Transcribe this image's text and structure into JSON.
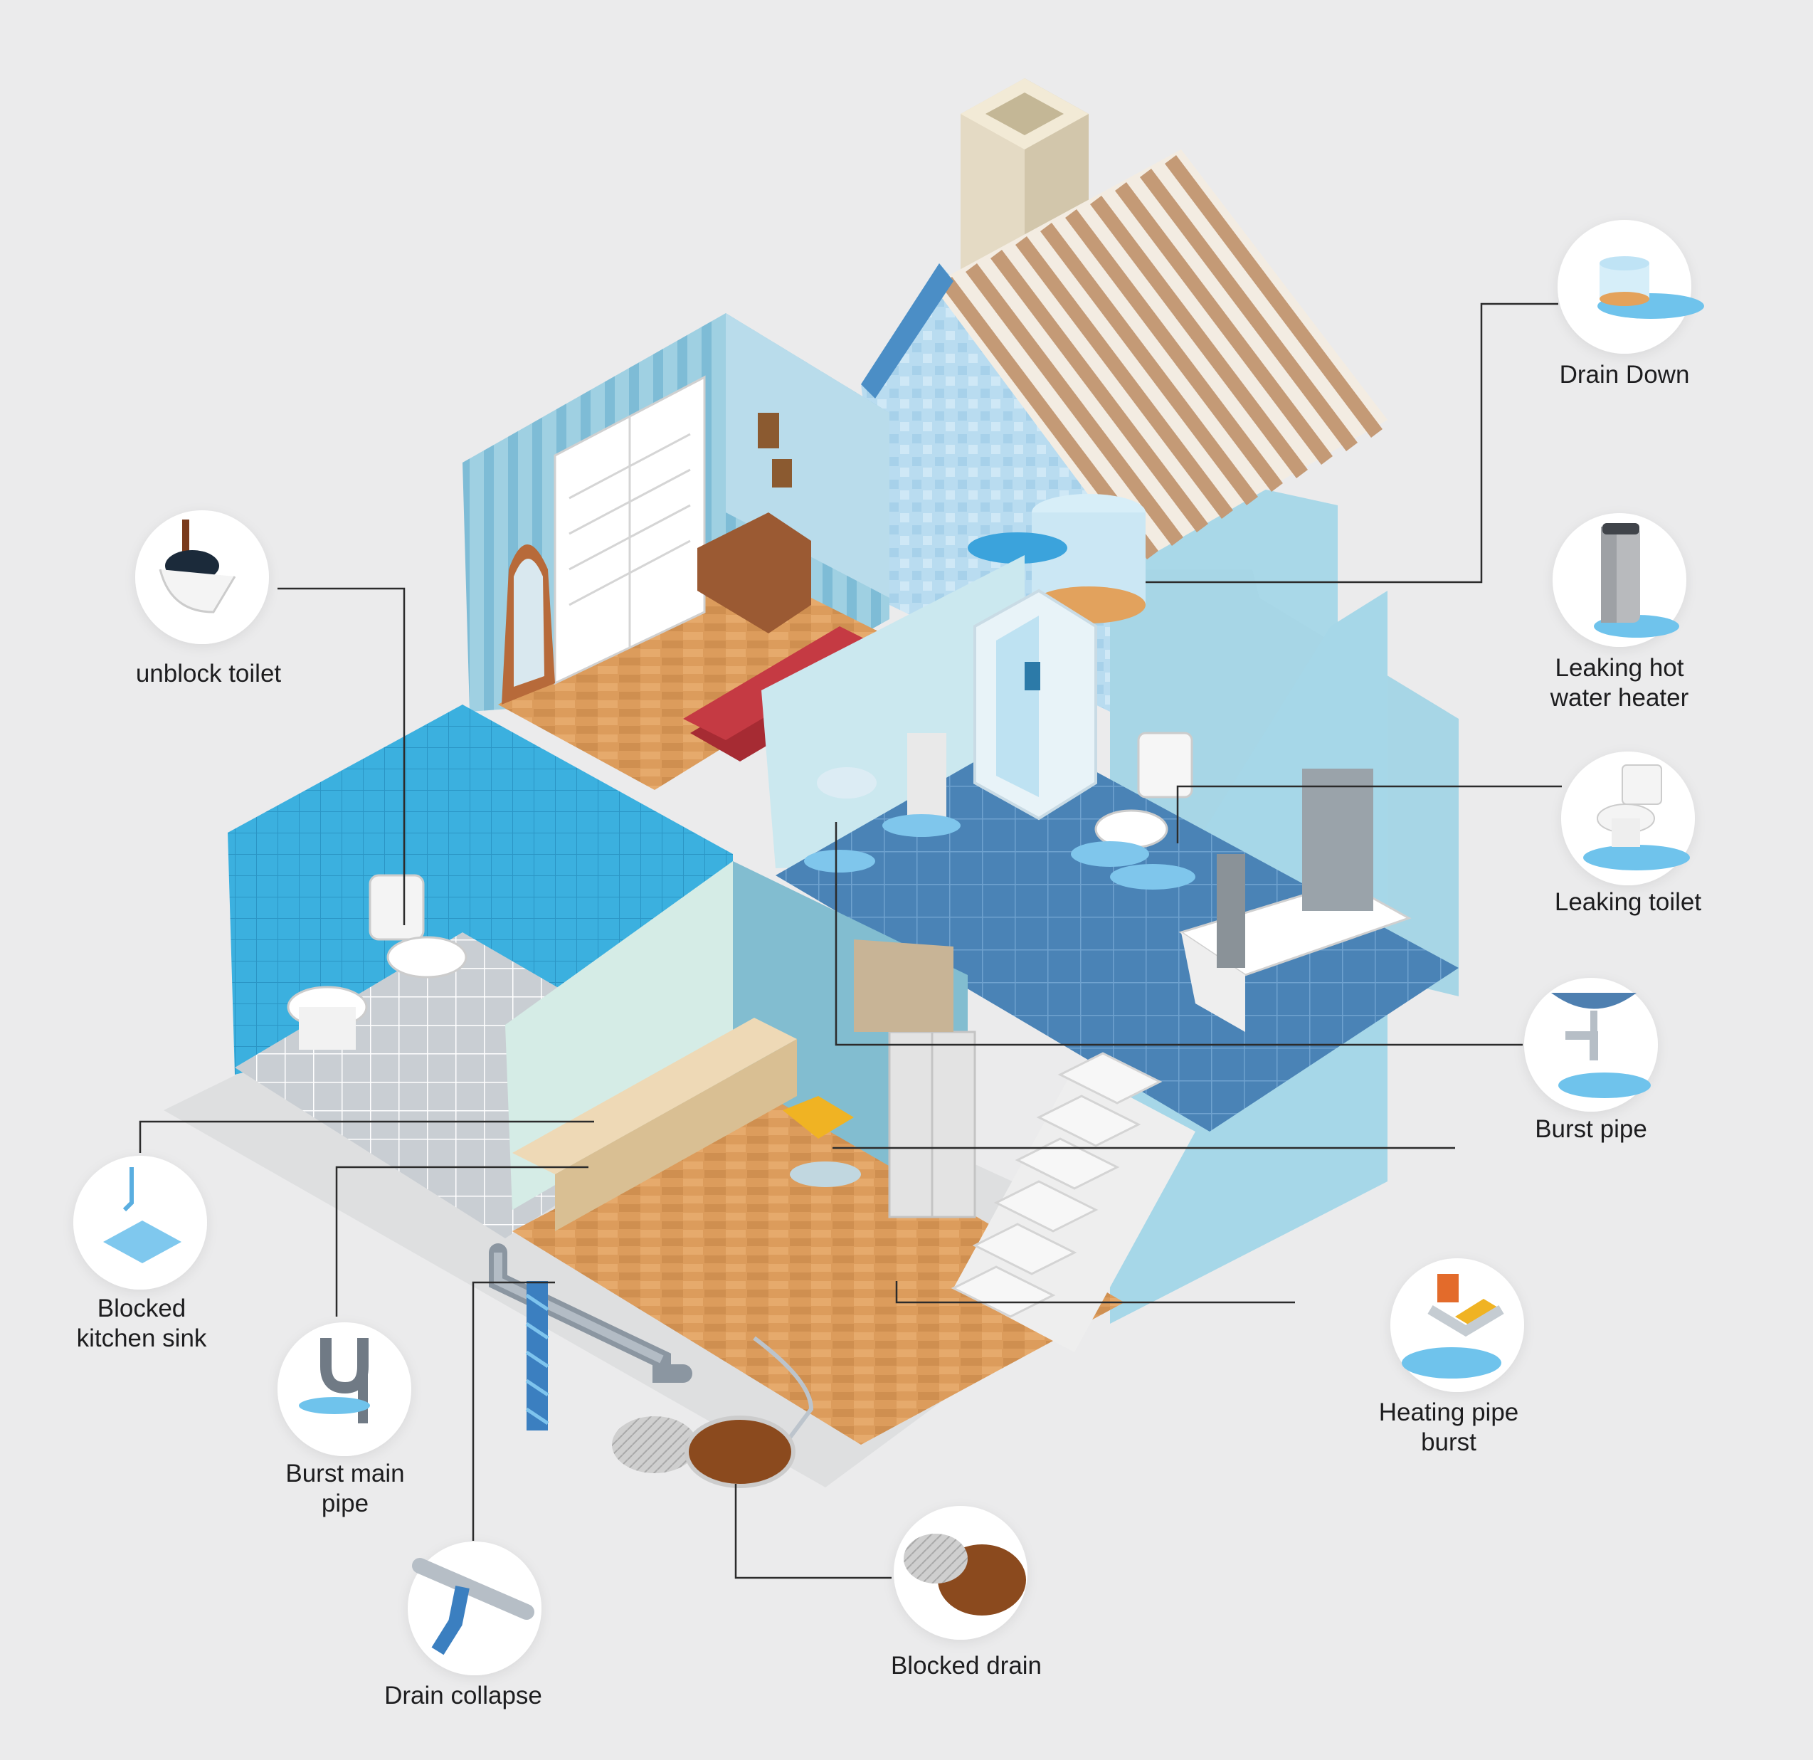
{
  "colors": {
    "background": "#ebebec",
    "water": "#5ab6e6",
    "leader_line": "#2b2b2b",
    "wood_floor": "#d99a5b",
    "tile_blue": "#39aee0",
    "wall_light_blue": "#bfe3ee",
    "roof_beam": "#c79a74",
    "sewage": "#8b4a1e"
  },
  "callouts": {
    "unblock_toilet": {
      "lines": [
        "unblock toilet"
      ],
      "icon": "toilet-plunger-icon"
    },
    "drain_down": {
      "lines": [
        "Drain Down"
      ],
      "icon": "water-tank-icon"
    },
    "leaking_hot_water_heater": {
      "lines": [
        "Leaking hot",
        "water heater"
      ],
      "icon": "water-heater-icon"
    },
    "leaking_toilet": {
      "lines": [
        "Leaking toilet"
      ],
      "icon": "leaking-toilet-icon"
    },
    "burst_pipe": {
      "lines": [
        "Burst pipe"
      ],
      "icon": "burst-sink-pipe-icon"
    },
    "heating_pipe_burst": {
      "lines": [
        "Heating pipe",
        "burst"
      ],
      "icon": "heating-pump-icon"
    },
    "blocked_drain": {
      "lines": [
        "Blocked drain"
      ],
      "icon": "manhole-drain-icon"
    },
    "drain_collapse": {
      "lines": [
        "Drain collapse"
      ],
      "icon": "collapsed-drain-icon"
    },
    "burst_main_pipe": {
      "lines": [
        "Burst main",
        "pipe"
      ],
      "icon": "u-bend-pipe-icon"
    },
    "blocked_kitchen_sink": {
      "lines": [
        "Blocked",
        "kitchen sink"
      ],
      "icon": "kitchen-sink-icon"
    }
  }
}
